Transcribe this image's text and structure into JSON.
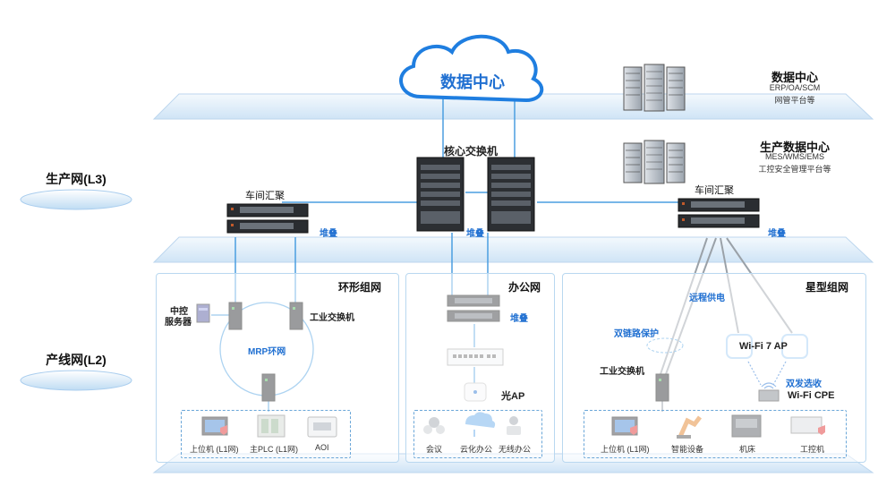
{
  "cloud": {
    "label": "数据中心"
  },
  "datacenter": {
    "title": "数据中心",
    "line1": "ERP/OA/SCM",
    "line2": "网管平台等"
  },
  "prod_datacenter": {
    "title": "生产数据中心",
    "line1": "MES/WMS/EMS",
    "line2": "工控安全管理平台等"
  },
  "core": {
    "label": "核心交换机",
    "stack": "堆叠"
  },
  "left_agg": {
    "label": "车间汇聚",
    "stack": "堆叠"
  },
  "right_agg": {
    "label": "车间汇聚",
    "stack": "堆叠"
  },
  "layers": {
    "l3": "生产网(L3)",
    "l2": "产线网(L2)"
  },
  "ring": {
    "title": "环形组网",
    "server": [
      "中控",
      "服务器"
    ],
    "switch_label": "工业交换机",
    "mrp": "MRP环网",
    "devices": [
      "上位机 (L1网)",
      "主PLC (L1网)",
      "AOI"
    ]
  },
  "office": {
    "title": "办公网",
    "stack": "堆叠",
    "ap": "光AP",
    "devices": [
      "会议",
      "云化办公",
      "无线办公"
    ]
  },
  "star": {
    "title": "星型组网",
    "poe": "远程供电",
    "dual_link": "双链路保护",
    "switch_label": "工业交换机",
    "wifi7": "Wi-Fi 7 AP",
    "dual_rx": "双发选收",
    "cpe": "Wi-Fi CPE",
    "devices": [
      "上位机 (L1网)",
      "智能设备",
      "机床",
      "工控机"
    ]
  },
  "colors": {
    "accent": "#1f6fd1",
    "link": "#4a9ee0",
    "plane": "#d6e9f8"
  }
}
